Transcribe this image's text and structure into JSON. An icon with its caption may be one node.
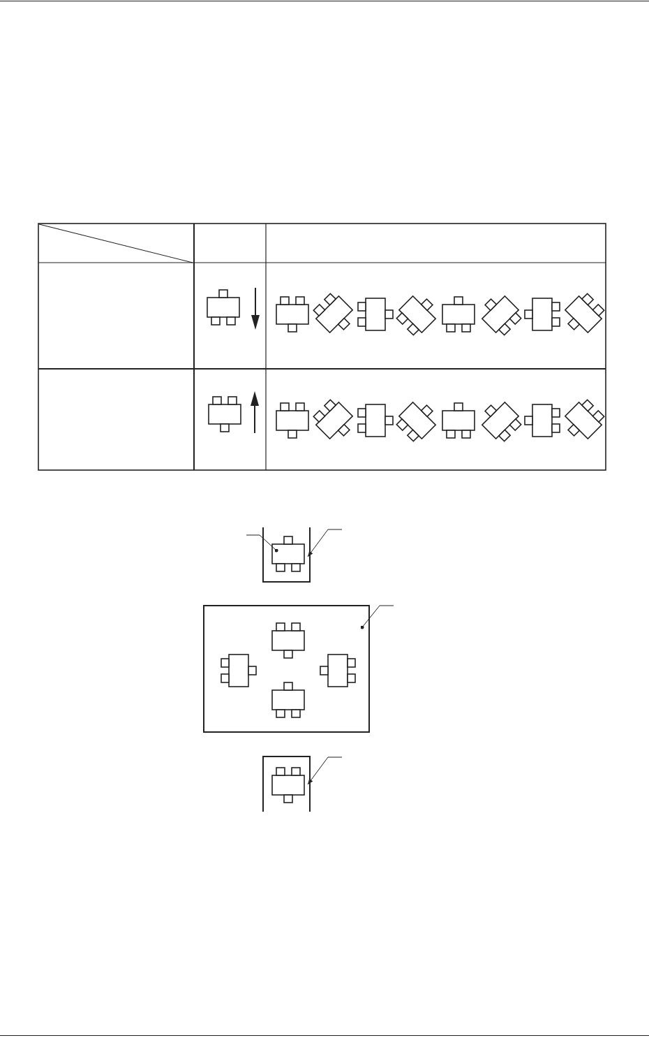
{
  "diagram": {
    "nodes": [
      {
        "text": [],
        "shape": "box"
      },
      {
        "text": [],
        "shape": "box",
        "in": 0
      },
      {
        "text": [],
        "shape": "box"
      },
      {
        "text": [],
        "shape": "box",
        "in": 2
      },
      {
        "text": [],
        "shape": "box",
        "in": 2
      },
      {
        "text": [],
        "shape": "box",
        "in": 2
      },
      {
        "text": [],
        "shape": "box",
        "in": 2
      },
      {
        "text": [],
        "shape": "box"
      },
      {
        "text": [],
        "shape": "box",
        "in": 7
      }
    ],
    "edges": [
      {
        "from": null,
        "to": 1,
        "arrow": "other"
      },
      {
        "from": null,
        "to": 0,
        "arrow": "to"
      },
      {
        "from": null,
        "to": 2,
        "arrow": "other"
      },
      {
        "from": null,
        "to": 7,
        "arrow": "to"
      }
    ]
  }
}
